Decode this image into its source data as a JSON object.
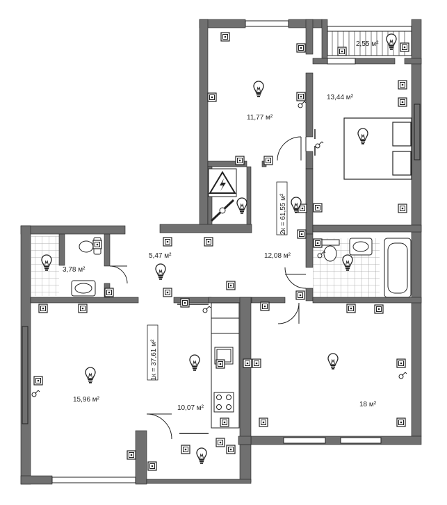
{
  "rooms": {
    "bedroom_nw": {
      "area": "11,77 м²"
    },
    "balcony": {
      "area": "2,55 м²"
    },
    "bedroom_ne": {
      "area": "13,44 м²"
    },
    "bathroom_w": {
      "area": "3,78 м²"
    },
    "corridor_w": {
      "area": "5,47 м²"
    },
    "hall": {
      "area": "12,08 м²"
    },
    "living": {
      "area": "15,96 м²"
    },
    "kitchen": {
      "area": "10,07 м²"
    },
    "room_e": {
      "area": "18 м²"
    }
  },
  "apartments": {
    "two_room": {
      "label": "2к = 61,55 м²"
    },
    "one_room": {
      "label": "1к = 37,61 м²"
    }
  },
  "icons": {
    "socket": "socket-icon",
    "lamp": "lightbulb-icon",
    "switch": "switch-icon",
    "panel": "electrical-panel-icon"
  },
  "colors": {
    "wall": "#707070",
    "line": "#222222",
    "tile": "#9a9a9a"
  }
}
